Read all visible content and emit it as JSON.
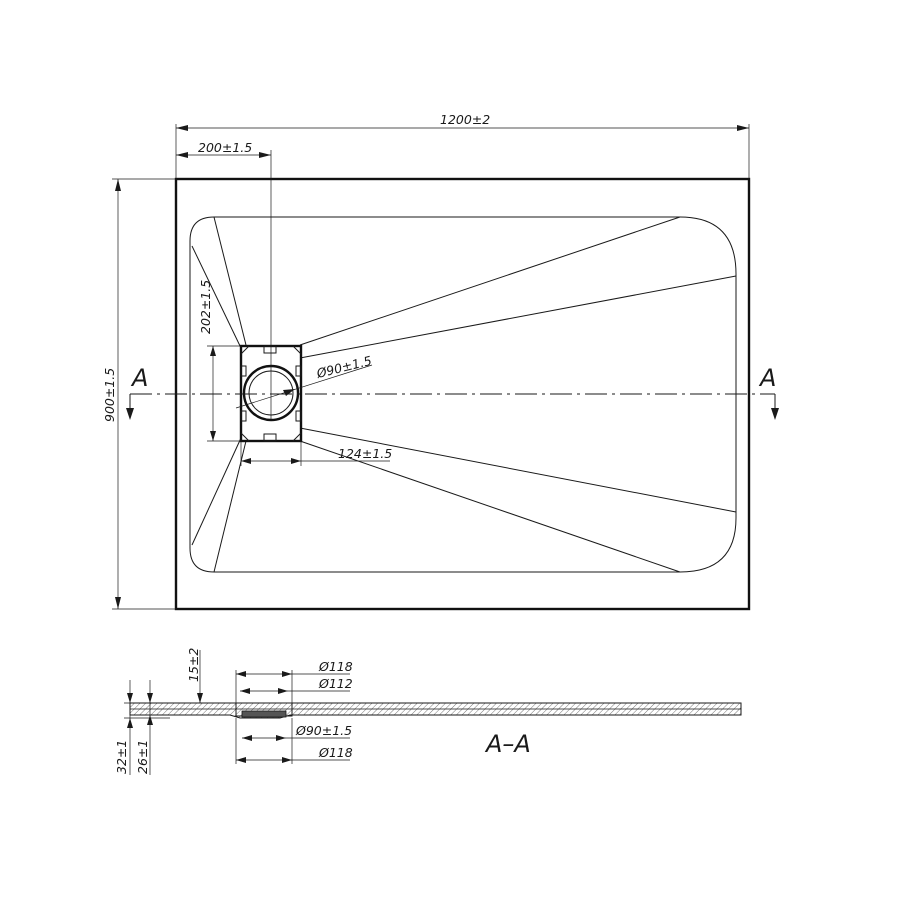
{
  "dimensions": {
    "width": "1200±2",
    "length": "900±1.5",
    "drain_offset_x": "200±1.5",
    "drain_frame_height": "202±1.5",
    "drain_frame_width": "124±1.5",
    "drain_outlet_plan": "Ø90±1.5",
    "height_total": "32±1",
    "height_body": "26±1",
    "drain_depth": "15±2",
    "section_d118_top": "Ø118",
    "section_d112": "Ø112",
    "section_d90": "Ø90±1.5",
    "section_d118_bottom": "Ø118"
  },
  "section": {
    "marker_left": "A",
    "marker_right": "A",
    "title": "A–A"
  }
}
